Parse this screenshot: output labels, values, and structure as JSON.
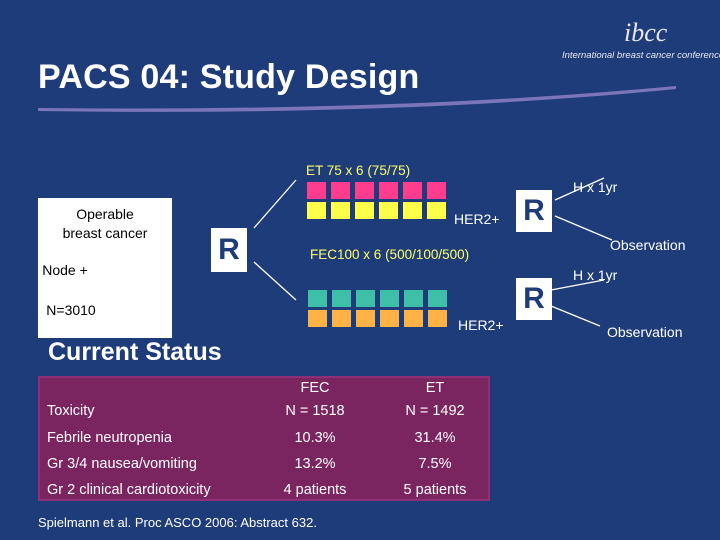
{
  "title": "PACS 04: Study Design",
  "logo": {
    "mark": "ibcc",
    "text": "International breast cancer conference"
  },
  "diagram": {
    "population": {
      "line1": "Operable",
      "line2": "breast cancer",
      "line3": "Node +",
      "n": "N=3010"
    },
    "randomize_label": "R",
    "arm_et": {
      "title_main": "ET 75 x 6",
      "title_dose": "(75/75)",
      "her2": "HER2+",
      "randomize_label": "R",
      "upper_outcome": "H x 1yr",
      "lower_outcome": "Observation"
    },
    "arm_fec": {
      "title_main": "FEC100 x 6",
      "title_dose": "(500/100/500)",
      "her2": "HER2+",
      "randomize_label": "R",
      "upper_outcome": "H x 1yr",
      "lower_outcome": "Observation"
    },
    "colors": {
      "pink": "#ff3d8f",
      "yellow": "#ffff4a",
      "teal": "#3dbfa8",
      "orange": "#ffb347"
    }
  },
  "status": {
    "heading": "Current Status",
    "col_fec_name": "FEC",
    "col_fec_n": "N = 1518",
    "col_et_name": "ET",
    "col_et_n": "N = 1492",
    "row_header": "Toxicity",
    "rows": [
      {
        "label": "Febrile neutropenia",
        "fec": "10.3%",
        "et": "31.4%"
      },
      {
        "label": "Gr 3/4 nausea/vomiting",
        "fec": "13.2%",
        "et": "7.5%"
      },
      {
        "label": "Gr 2 clinical cardiotoxicity",
        "fec": "4 patients",
        "et": "5 patients"
      }
    ]
  },
  "citation": "Spielmann et al. Proc ASCO 2006: Abstract 632."
}
